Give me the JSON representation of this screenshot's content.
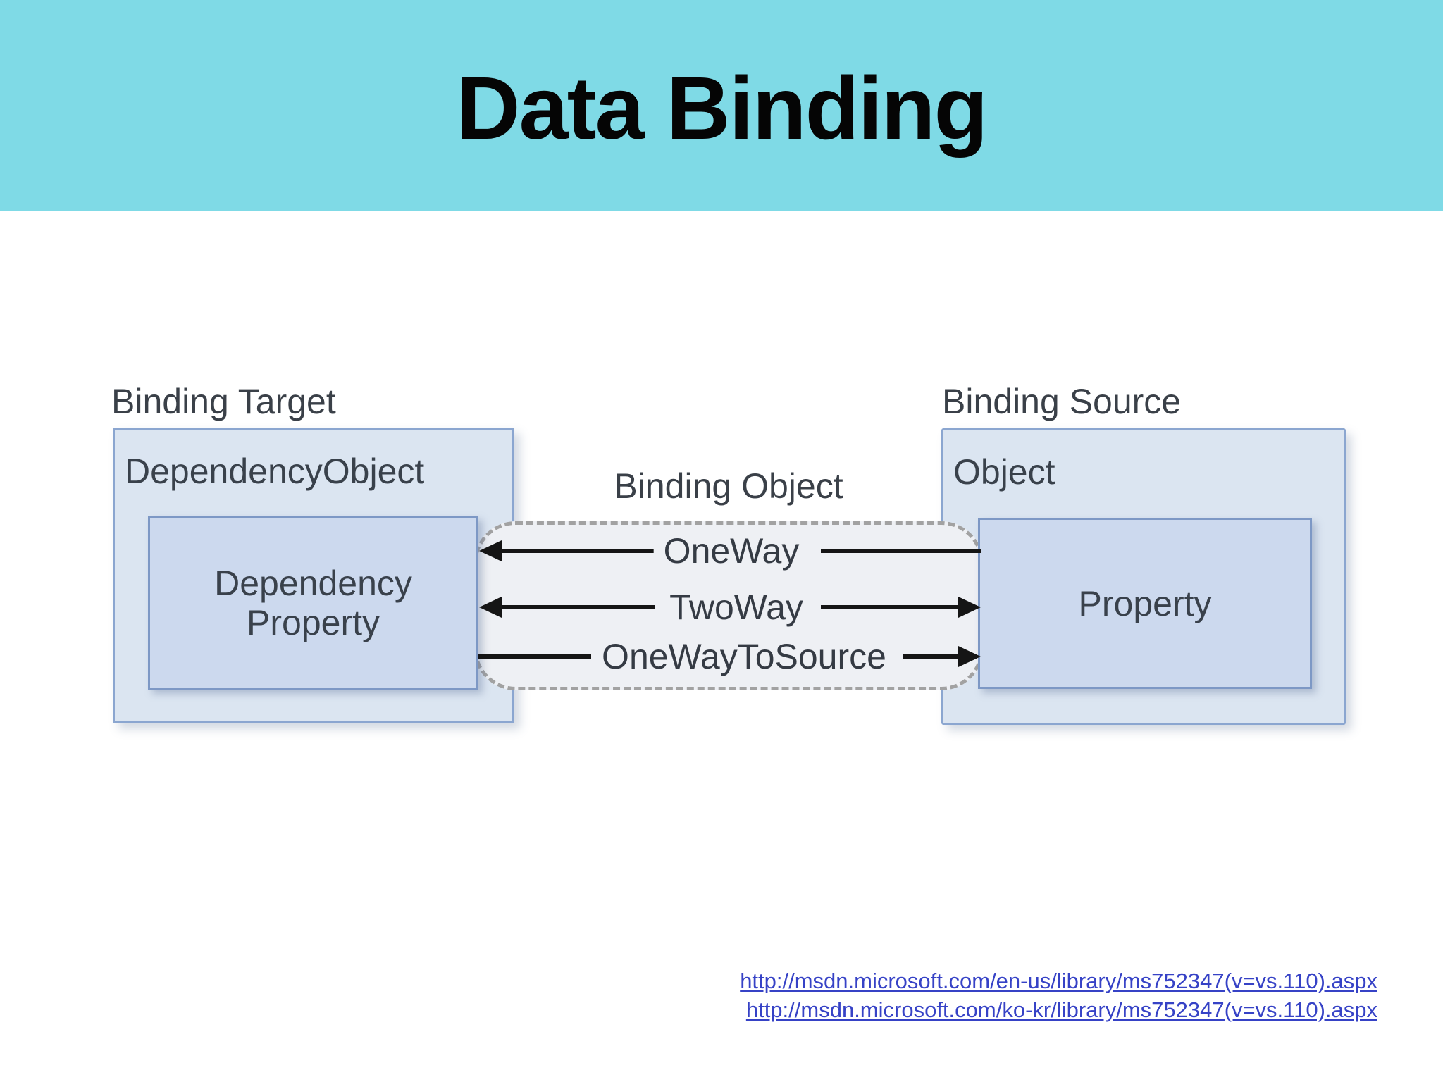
{
  "title": "Data Binding",
  "colors": {
    "banner": "#7FDAE6",
    "outer_box_fill": "#DBE5F1",
    "outer_box_border": "#8BA6D0",
    "inner_box_fill": "#CCD9EE",
    "inner_box_border": "#7D98C5",
    "dashed_region_fill": "#EEF0F4",
    "dashed_region_border": "#A2A2A2",
    "arrow": "#151515",
    "diagram_text": "#39414B",
    "link": "#3642C6"
  },
  "diagram": {
    "target": {
      "label": "Binding Target",
      "object": "DependencyObject",
      "property": "Dependency Property"
    },
    "source": {
      "label": "Binding Source",
      "object": "Object",
      "property": "Property"
    },
    "binding": {
      "label": "Binding Object",
      "modes": [
        "OneWay",
        "TwoWay",
        "OneWayToSource"
      ]
    }
  },
  "links": [
    "http://msdn.microsoft.com/en-us/library/ms752347(v=vs.110).aspx",
    "http://msdn.microsoft.com/ko-kr/library/ms752347(v=vs.110).aspx"
  ]
}
